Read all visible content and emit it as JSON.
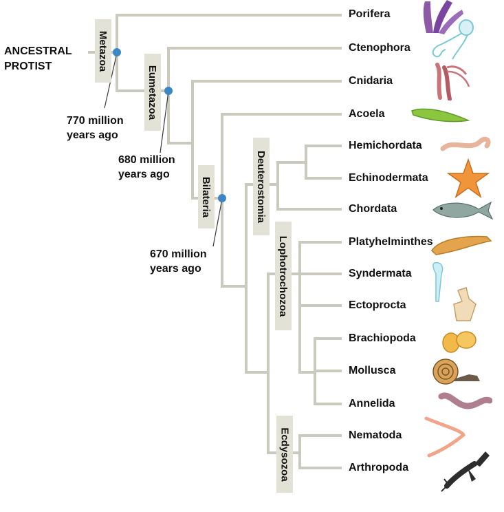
{
  "root_label_line1": "ANCESTRAL",
  "root_label_line2": "PROTIST",
  "clades": {
    "metazoa": "Metazoa",
    "eumetazoa": "Eumetazoa",
    "bilateria": "Bilateria",
    "deuterostomia": "Deuterostomia",
    "lophotrochozoa": "Lophotrochozoa",
    "ecdysozoa": "Ecdysozoa"
  },
  "dates": {
    "metazoa_line1": "770 million",
    "metazoa_line2": "years ago",
    "eumetazoa_line1": "680 million",
    "eumetazoa_line2": "years ago",
    "bilateria_line1": "670 million",
    "bilateria_line2": "years ago"
  },
  "taxa": [
    "Porifera",
    "Ctenophora",
    "Cnidaria",
    "Acoela",
    "Hemichordata",
    "Echinodermata",
    "Chordata",
    "Platyhelminthes",
    "Syndermata",
    "Ectoprocta",
    "Brachiopoda",
    "Mollusca",
    "Annelida",
    "Nematoda",
    "Arthropoda"
  ],
  "colors": {
    "branch": "#c9c9bd",
    "node": "#3b87c5",
    "clade_box": "#e2e2d6"
  }
}
